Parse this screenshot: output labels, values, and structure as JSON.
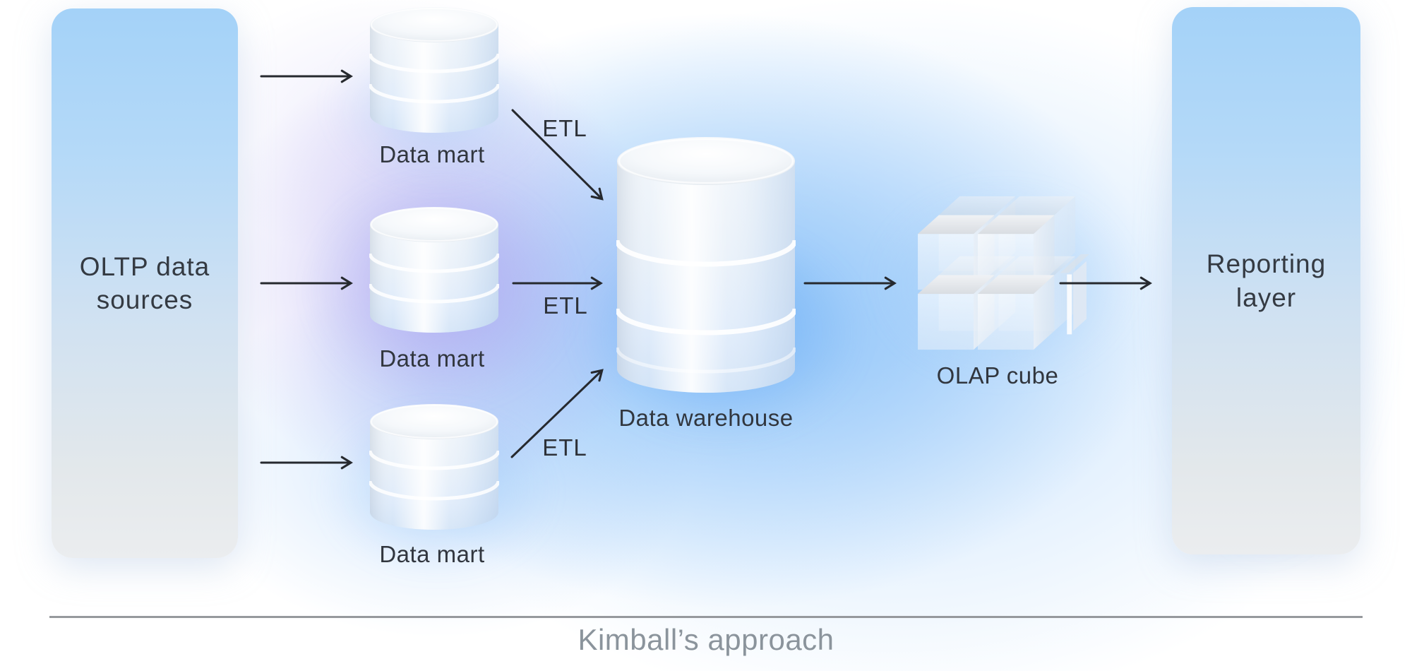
{
  "diagram": {
    "caption": "Kimball’s approach",
    "oltp_box": {
      "label": "OLTP data sources"
    },
    "data_marts": [
      {
        "label": "Data mart"
      },
      {
        "label": "Data mart"
      },
      {
        "label": "Data mart"
      }
    ],
    "etl_labels": [
      {
        "label": "ETL"
      },
      {
        "label": "ETL"
      },
      {
        "label": "ETL"
      }
    ],
    "warehouse": {
      "label": "Data warehouse"
    },
    "olap_cube": {
      "label": "OLAP cube"
    },
    "reporting_box": {
      "label": "Reporting layer"
    },
    "icons": {
      "data_mart": "database-cylinder-icon",
      "warehouse": "database-cylinder-icon",
      "olap": "cube-grid-icon"
    },
    "colors": {
      "box_blue_top": "#a4d2f8",
      "box_gray_bottom": "#ebedef",
      "glow_blue": "#80bcf8",
      "glow_purple": "#aca2ee",
      "text_dark": "#343a42",
      "caption_gray": "#8b949c",
      "arrow": "#26292e",
      "rule_gray": "#96999d"
    }
  }
}
